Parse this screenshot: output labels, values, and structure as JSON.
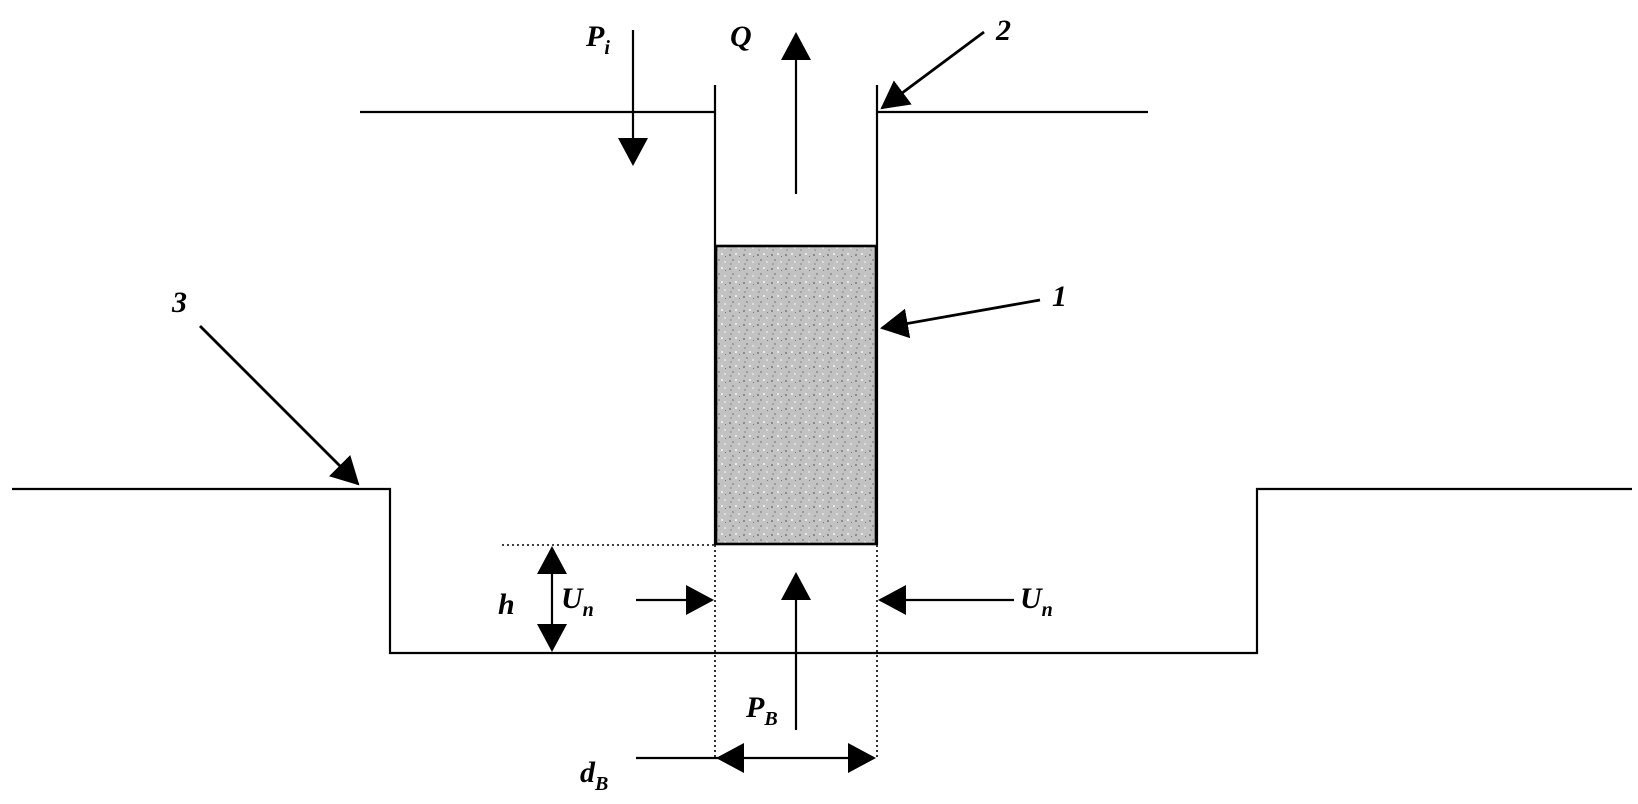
{
  "labels": {
    "p_i": "P",
    "p_i_sub": "i",
    "q": "Q",
    "callout_2": "2",
    "callout_1": "1",
    "callout_3": "3",
    "h": "h",
    "u_n_left": "U",
    "u_n_left_sub": "n",
    "u_n_right": "U",
    "u_n_right_sub": "n",
    "p_b": "P",
    "p_b_sub": "B",
    "d_b": "d",
    "d_b_sub": "B"
  },
  "colors": {
    "ink": "#000000",
    "fill": "#b4b4b4",
    "background": "#ffffff"
  }
}
